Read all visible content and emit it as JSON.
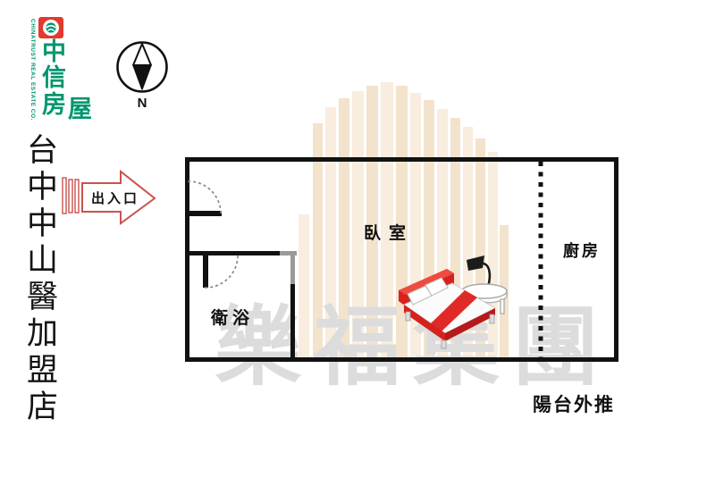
{
  "branding": {
    "company_en": "CHINATRUST REAL ESTATE CO.",
    "char_zhong": "中",
    "char_xin": "信",
    "char_fang": "房",
    "char_wu": "屋",
    "brand_red": "#e23a2e",
    "brand_green": "#00966e"
  },
  "store_name": "台中中山醫加盟店",
  "compass": {
    "north_label": "N"
  },
  "entrance": {
    "label": "出入口",
    "arrow_color": "#c9534d"
  },
  "floor_plan": {
    "bedroom_label": "臥室",
    "bathroom_label": "衛浴",
    "kitchen_label": "廚房",
    "balcony_note": "陽台外推",
    "wall_color": "#111111"
  },
  "watermark": {
    "text": "樂福集團",
    "color": "#dcdcdc"
  }
}
